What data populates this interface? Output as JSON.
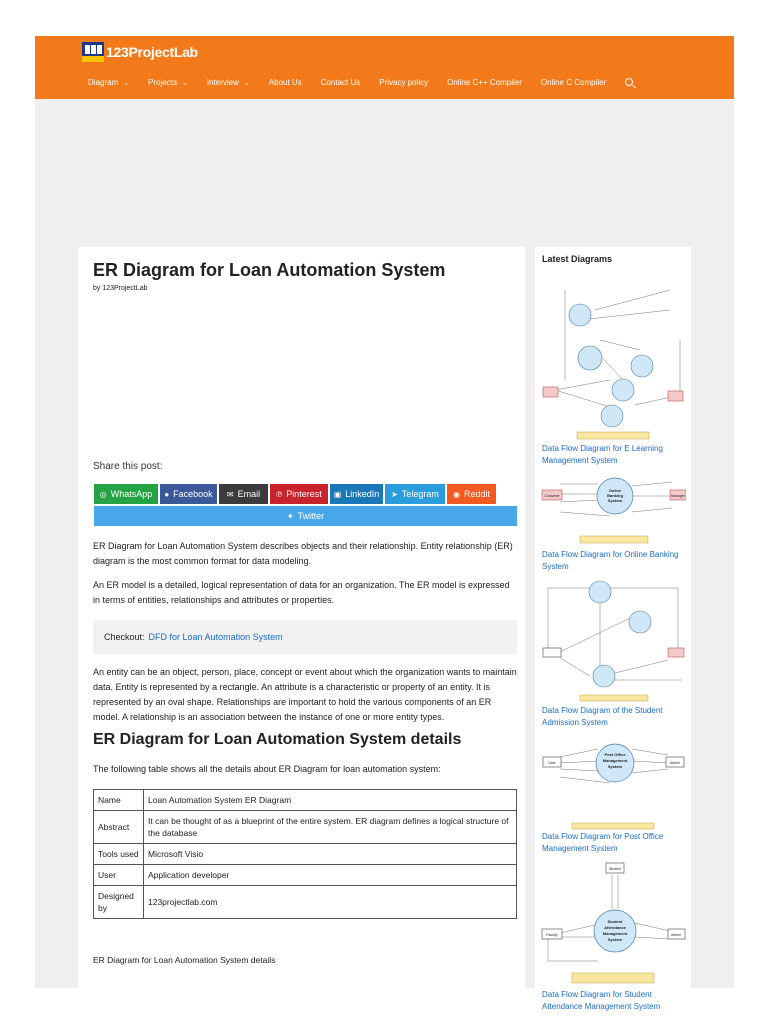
{
  "site": {
    "logo_text": "123ProjectLab"
  },
  "nav": {
    "items": [
      {
        "label": "Diagram",
        "chevron": true
      },
      {
        "label": "Projects",
        "chevron": true
      },
      {
        "label": "Interview",
        "chevron": true
      },
      {
        "label": "About Us",
        "chevron": false
      },
      {
        "label": "Contact Us",
        "chevron": false
      },
      {
        "label": "Privacy policy",
        "chevron": false
      },
      {
        "label": "Online C++ Compiler",
        "chevron": false
      },
      {
        "label": "Online C Compiler",
        "chevron": false
      }
    ],
    "search_icon": "search-icon"
  },
  "article": {
    "title": "ER Diagram for Loan Automation System",
    "byline": "by 123ProjectLab",
    "share_label": "Share this post:",
    "share_buttons": [
      {
        "label": "WhatsApp",
        "color": "#25a244",
        "icon": "whatsapp-icon",
        "glyph": "◎"
      },
      {
        "label": "Facebook",
        "color": "#3b5998",
        "icon": "facebook-icon",
        "glyph": "●"
      },
      {
        "label": "Email",
        "color": "#3b3b3b",
        "icon": "email-icon",
        "glyph": "✉"
      },
      {
        "label": "Pinterest",
        "color": "#c8232c",
        "icon": "pinterest-icon",
        "glyph": "℗"
      },
      {
        "label": "LinkedIn",
        "color": "#1b78b8",
        "icon": "linkedin-icon",
        "glyph": "▣"
      },
      {
        "label": "Telegram",
        "color": "#2b9ddc",
        "icon": "telegram-icon",
        "glyph": "➤"
      },
      {
        "label": "Reddit",
        "color": "#f25a22",
        "icon": "reddit-icon",
        "glyph": "◉"
      },
      {
        "label": "Twitter",
        "color": "#49a8ea",
        "icon": "twitter-icon",
        "glyph": "✦"
      }
    ],
    "intro_1": "ER Diagram for Loan Automation System describes objects and their relationship. Entity relationship (ER) diagram is the most common format for data modeling.",
    "intro_2": "An ER model is a detailed, logical representation of data for an organization. The ER model is expressed in terms of entities, relationships and attributes or properties.",
    "checkout_label": "Checkout:",
    "checkout_link": "DFD for Loan Automation System",
    "entity_para": "An entity can be an object, person, place, concept or event about which the organization wants to maintain data. Entity is represented by a rectangle. An attribute is a characteristic or property of an entity. It is represented by an oval shape. Relationships are important to hold the various components of an ER model. A relationship is an association between the instance of one or more entity types.",
    "details_heading": "ER Diagram for Loan Automation System details",
    "details_intro": "The following table shows all the details about ER Diagram for loan automation system:",
    "details_rows": [
      {
        "key": "Name",
        "value": "Loan Automation System ER Diagram"
      },
      {
        "key": "Abstract",
        "value": "It can be thought of as a blueprint of the entire system. ER diagram defines a logical structure of the database"
      },
      {
        "key": "Tools used",
        "value": "Microsoft Visio"
      },
      {
        "key": "User",
        "value": "Application developer"
      },
      {
        "key": "Designed by",
        "value": "123projectlab.com"
      }
    ],
    "caption": "ER Diagram for Loan Automation System details"
  },
  "sidebar": {
    "title": "Latest Diagrams",
    "items": [
      {
        "label": "Data Flow Diagram for E Learning Management System",
        "icon": "dfd-e-learning-thumbnail"
      },
      {
        "label": "Data Flow Diagram for Online Banking System",
        "icon": "dfd-online-banking-thumbnail",
        "nodes": [
          "Online Banking System",
          "Customer",
          "Manager"
        ]
      },
      {
        "label": "Data Flow Diagram of the Student Admission System",
        "icon": "dfd-student-admission-thumbnail"
      },
      {
        "label": "Data Flow Diagram for Post Office Management System",
        "icon": "dfd-post-office-thumbnail",
        "nodes": [
          "Post Office Management System",
          "User",
          "Admin"
        ]
      },
      {
        "label": "Data Flow Diagram for Student Attendance Management System",
        "icon": "dfd-student-attendance-thumbnail",
        "nodes": [
          "Student Attendance Management System",
          "Student",
          "Faculty",
          "Admin"
        ]
      }
    ]
  }
}
